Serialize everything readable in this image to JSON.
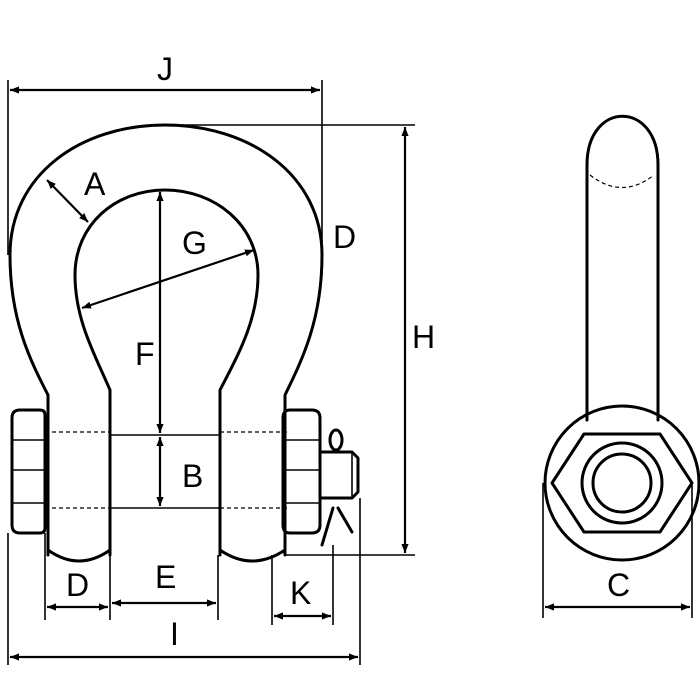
{
  "labels": {
    "j": "J",
    "a": "A",
    "g": "G",
    "d_side": "D",
    "h": "H",
    "f": "F",
    "b": "B",
    "d_bottom": "D",
    "e": "E",
    "k": "K",
    "i": "I",
    "c": "C"
  },
  "colors": {
    "line": "#000000",
    "background": "#ffffff"
  }
}
